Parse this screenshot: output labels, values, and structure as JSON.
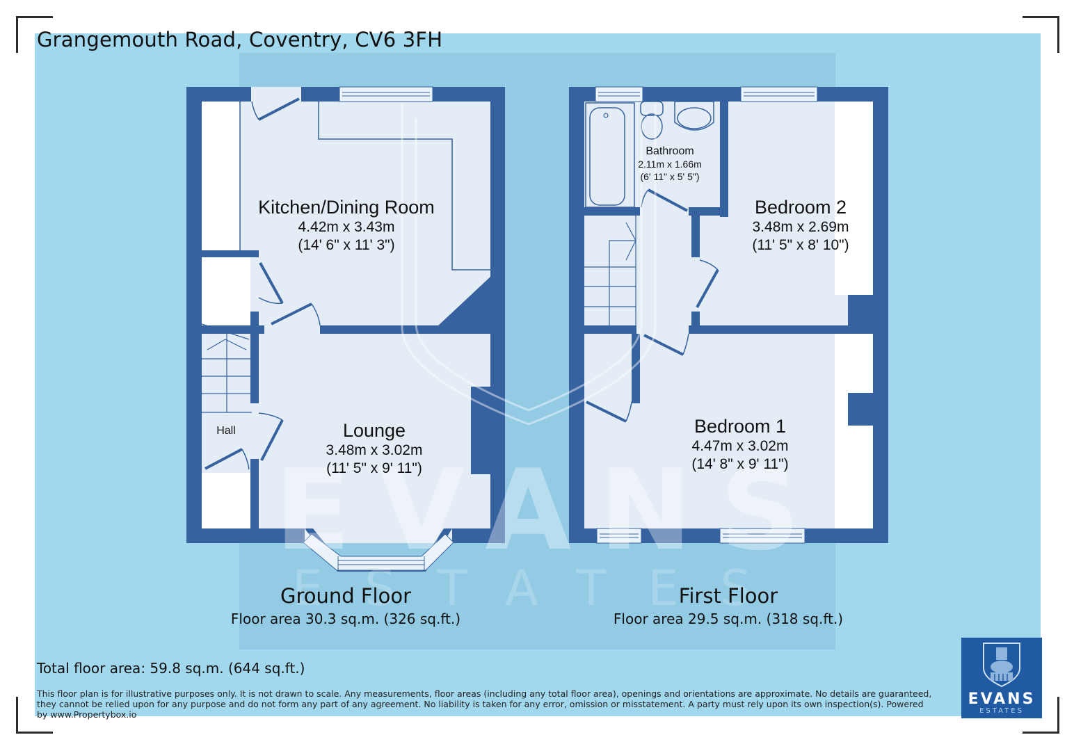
{
  "header": {
    "title": "Grangemouth Road, Coventry, CV6 3FH"
  },
  "floors": [
    {
      "name": "Ground Floor",
      "area": "Floor area 30.3 sq.m. (326 sq.ft.)",
      "rooms": [
        {
          "name": "Kitchen/Dining Room",
          "metric": "4.42m x 3.43m",
          "imperial": "(14' 6\" x 11' 3\")"
        },
        {
          "name": "Lounge",
          "metric": "3.48m x 3.02m",
          "imperial": "(11' 5\" x 9' 11\")"
        },
        {
          "name": "Hall"
        }
      ]
    },
    {
      "name": "First Floor",
      "area": "Floor area 29.5 sq.m. (318 sq.ft.)",
      "rooms": [
        {
          "name": "Bathroom",
          "metric": "2.11m x 1.66m",
          "imperial": "(6' 11\" x 5' 5\")"
        },
        {
          "name": "Bedroom 2",
          "metric": "3.48m x 2.69m",
          "imperial": "(11' 5\" x 8' 10\")"
        },
        {
          "name": "Bedroom 1",
          "metric": "4.47m x 3.02m",
          "imperial": "(14' 8\" x 9' 11\")"
        }
      ]
    }
  ],
  "footer": {
    "total": "Total floor area: 59.8 sq.m. (644 sq.ft.)",
    "disclaimer": "This floor plan is for illustrative purposes only. It is not drawn to scale. Any measurements, floor areas (including any total floor area), openings and orientations are approximate. No details are guaranteed, they cannot be relied upon for any purpose and do not form any part of any agreement. No liability is taken for any error, omission or misstatement. A party must rely upon its own inspection(s). Powered by www.Propertybox.io"
  },
  "logo": {
    "brand": "EVANS",
    "sub": "ESTATES",
    "icon": "elephant-castle-crest-icon"
  },
  "watermark": {
    "brand": "EVANS",
    "sub": "ESTATES"
  },
  "colors": {
    "sheet": "#a2d8ee",
    "band": "#93cbe5",
    "wall": "#3762a0",
    "floor": "#e4edf5",
    "logo_bg": "#1f5aa3"
  }
}
